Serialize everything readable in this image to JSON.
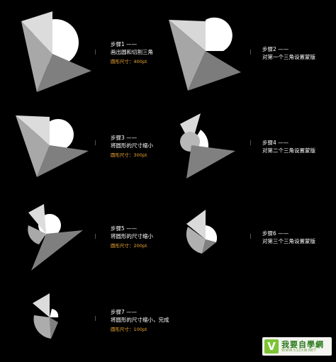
{
  "steps": [
    {
      "title": "步骤1 ——",
      "desc": "画出圆和切割三角",
      "size": "圆形尺寸：400pt"
    },
    {
      "title": "步骤2 ——",
      "desc": "对第一个三角设置蒙版",
      "size": ""
    },
    {
      "title": "步骤3 ——",
      "desc": "将圆形的尺寸缩小",
      "size": "圆形尺寸：300pt"
    },
    {
      "title": "步骤4 ——",
      "desc": "对第二个三角设置蒙版",
      "size": ""
    },
    {
      "title": "步骤5 ——",
      "desc": "将圆形的尺寸缩小",
      "size": "圆形尺寸：200pt"
    },
    {
      "title": "步骤6 ——",
      "desc": "对第三个三角设置蒙版",
      "size": ""
    },
    {
      "title": "步骤7 ——",
      "desc": "将圆形的尺寸缩小，完成",
      "size": "圆形尺寸：100pt"
    }
  ],
  "logo": {
    "mark": "V",
    "name": "我要自學網",
    "url": "WWW.51ZXW.NET"
  },
  "colors": {
    "background": "#000000",
    "accent": "#f0a832",
    "text": "#ffffff"
  }
}
